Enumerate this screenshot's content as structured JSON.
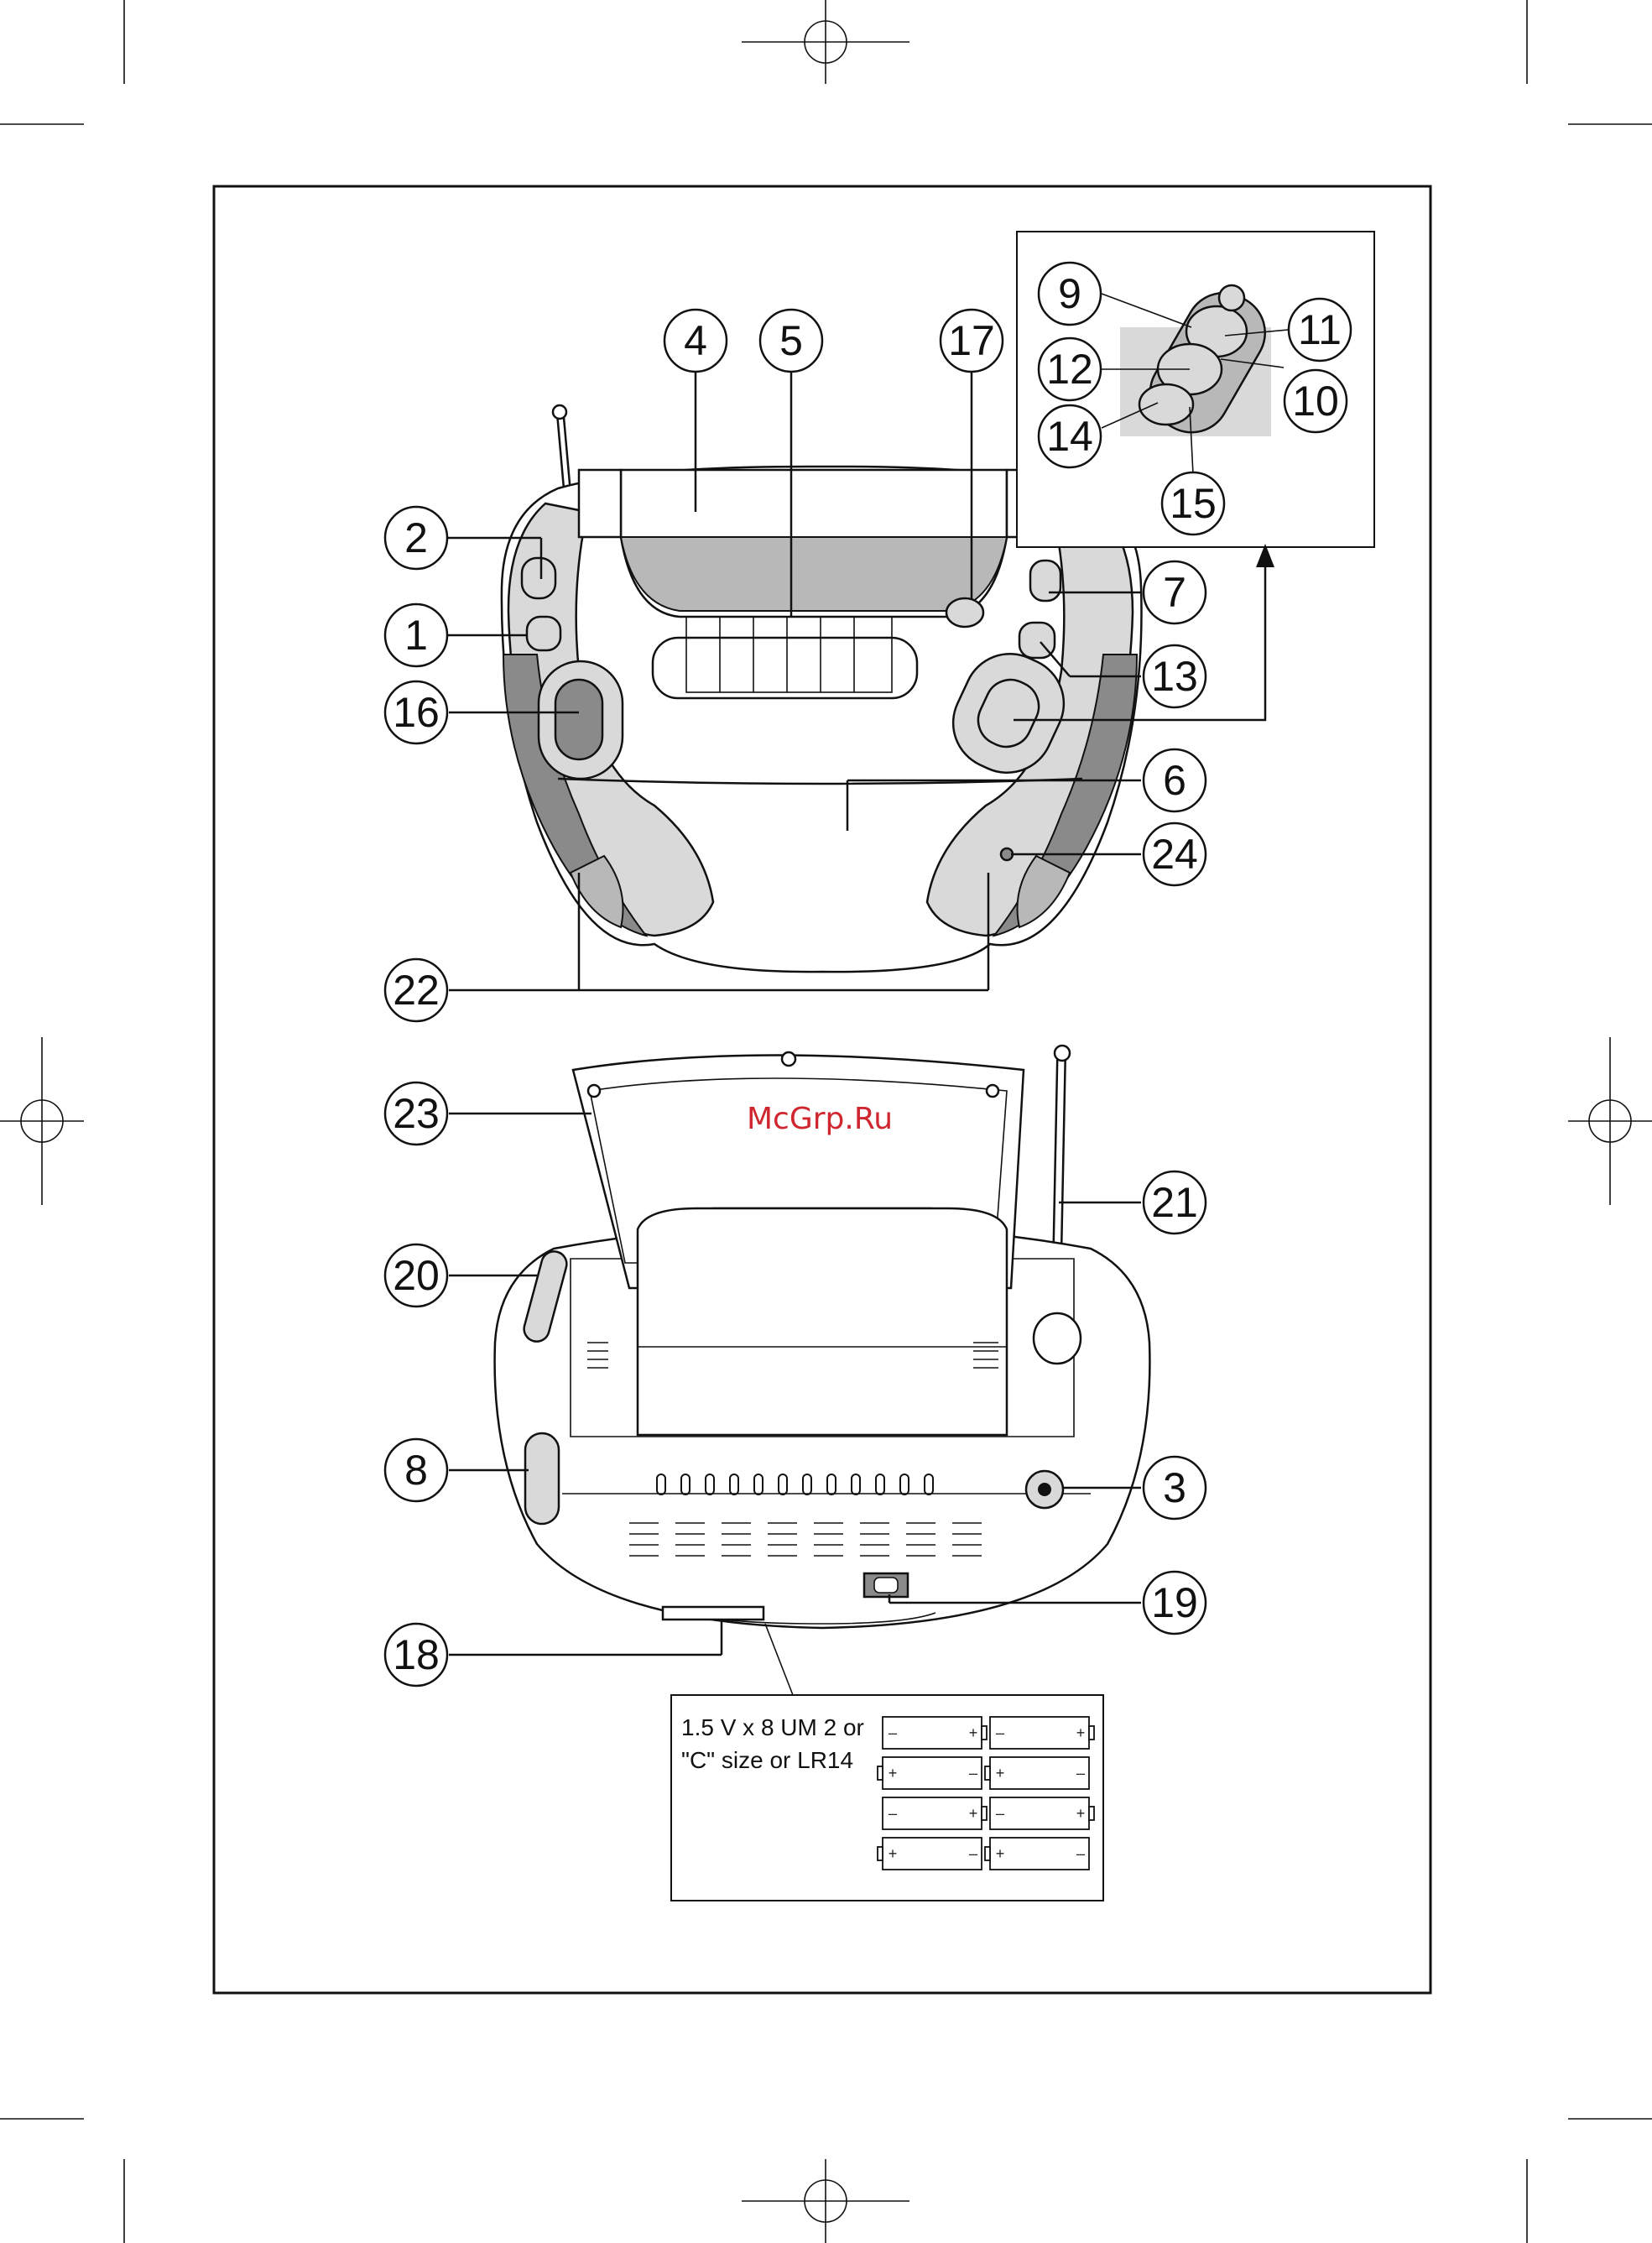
{
  "watermark": "McGrp.Ru",
  "battery_note": {
    "line1": "1.5 V x 8 UM 2 or",
    "line2": "\"C\" size or LR14",
    "plus": "+",
    "minus": "–"
  },
  "callouts": {
    "c1": "1",
    "c2": "2",
    "c3": "3",
    "c4": "4",
    "c5": "5",
    "c6": "6",
    "c7": "7",
    "c8": "8",
    "c9": "9",
    "c10": "10",
    "c11": "11",
    "c12": "12",
    "c13": "13",
    "c14": "14",
    "c15": "15",
    "c16": "16",
    "c17": "17",
    "c18": "18",
    "c19": "19",
    "c20": "20",
    "c21": "21",
    "c22": "22",
    "c23": "23",
    "c24": "24"
  },
  "colors": {
    "light_gray": "#d9d9d9",
    "mid_gray": "#b8b8b8",
    "dark_gray": "#8a8a8a",
    "watermark": "#d0262f"
  }
}
